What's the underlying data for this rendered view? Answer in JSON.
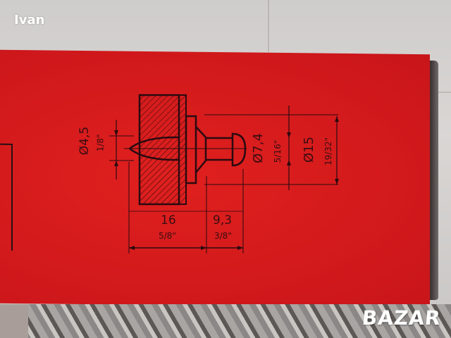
{
  "scene": {
    "description": "Photograph of a red cardboard box printed with a technical drawing of a fastener pin, with metal rivets below",
    "box_color": "#d41a1c"
  },
  "watermarks": {
    "user": "Ivan",
    "site_logo": "BAZAR"
  },
  "drawing": {
    "point_diameter": {
      "metric": "Ø4,5",
      "imperial": "1/8\""
    },
    "shank_diameter": {
      "metric": "Ø7,4",
      "imperial": "5/16\""
    },
    "washer_diameter": {
      "metric": "Ø15",
      "imperial": "19/32\""
    },
    "penetration_length": {
      "metric": "16",
      "imperial": "5/8\""
    },
    "head_length": {
      "metric": "9,3",
      "imperial": "3/8\""
    }
  }
}
